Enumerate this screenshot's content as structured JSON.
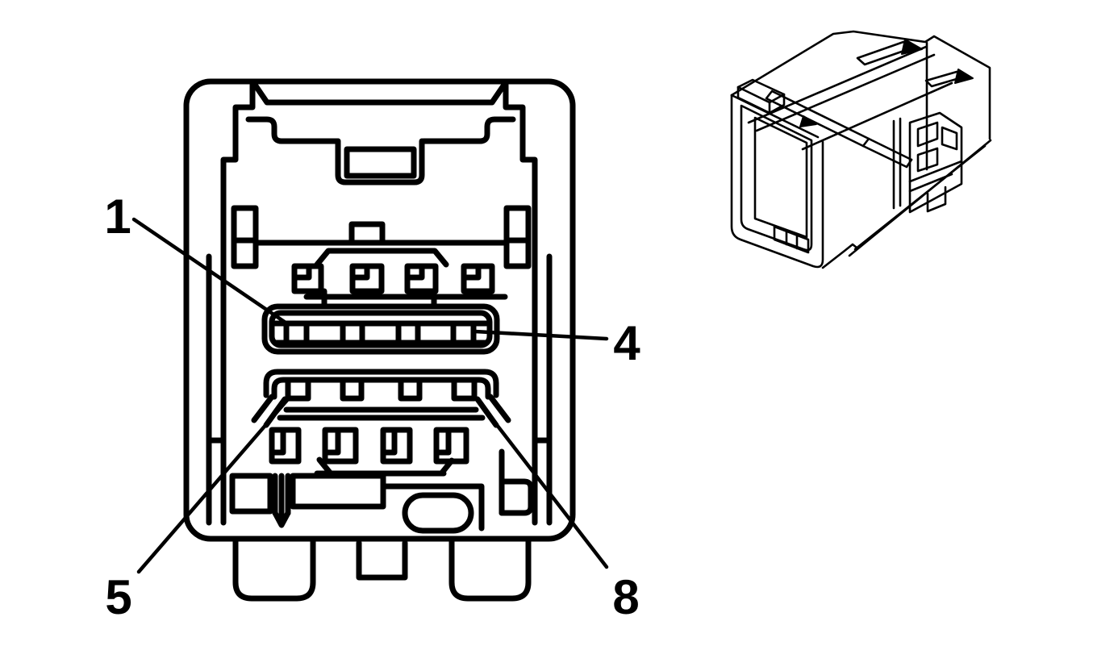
{
  "canvas": {
    "background": "#ffffff",
    "line_color": "#000000"
  },
  "diagram": {
    "subject": "8-terminal electrical connector pin-out",
    "views": [
      {
        "name": "connector-face-view"
      },
      {
        "name": "connector-isometric-view"
      }
    ],
    "callouts": [
      {
        "label": "1",
        "target": "top-terminal-row-left-end"
      },
      {
        "label": "4",
        "target": "top-terminal-row-right-end"
      },
      {
        "label": "5",
        "target": "bottom-terminal-row-left-end"
      },
      {
        "label": "8",
        "target": "bottom-terminal-row-right-end"
      }
    ]
  }
}
